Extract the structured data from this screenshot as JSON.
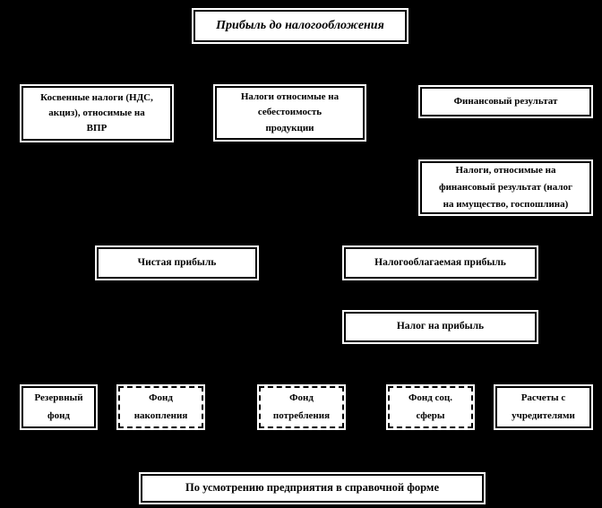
{
  "diagram": {
    "colors": {
      "background": "#000000",
      "box_fill": "#ffffff",
      "border": "#000000",
      "text": "#000000"
    },
    "title": "Прибыль до налогообложения",
    "nodes": [
      {
        "id": "pretax-profit",
        "label": "Прибыль до налогообложения",
        "border": "solid"
      },
      {
        "id": "indirect-taxes",
        "label": "Косвенные налоги (НДС,\nакциз),  относимые на\nВПР",
        "border": "solid"
      },
      {
        "id": "cost-taxes",
        "label": "Налоги  относимые на\nсебестоимость\nпродукции",
        "border": "solid"
      },
      {
        "id": "financial-result",
        "label": "Финансовый результат",
        "border": "solid"
      },
      {
        "id": "finresult-taxes",
        "label": "Налоги,  относимые на\nфинансовый результат (налог\nна имущество, госпошлина)",
        "border": "solid"
      },
      {
        "id": "net-profit",
        "label": "Чистая прибыль",
        "border": "solid"
      },
      {
        "id": "taxable-profit",
        "label": "Налогооблагаемая прибыль",
        "border": "solid"
      },
      {
        "id": "profit-tax",
        "label": "Налог на прибыль",
        "border": "solid"
      },
      {
        "id": "reserve-fund",
        "label": "Резервный\nфонд",
        "border": "solid"
      },
      {
        "id": "accumulation-fund",
        "label": "Фонд\nнакопления",
        "border": "dashed"
      },
      {
        "id": "consumption-fund",
        "label": "Фонд\nпотребления",
        "border": "dashed"
      },
      {
        "id": "social-sphere-fund",
        "label": "Фонд соц.\nсферы",
        "border": "dashed"
      },
      {
        "id": "founders-settlements",
        "label": "Расчеты с\nучредителями",
        "border": "solid"
      },
      {
        "id": "footer-note",
        "label": "По усмотрению предприятия в справочной форме",
        "border": "solid"
      }
    ]
  }
}
